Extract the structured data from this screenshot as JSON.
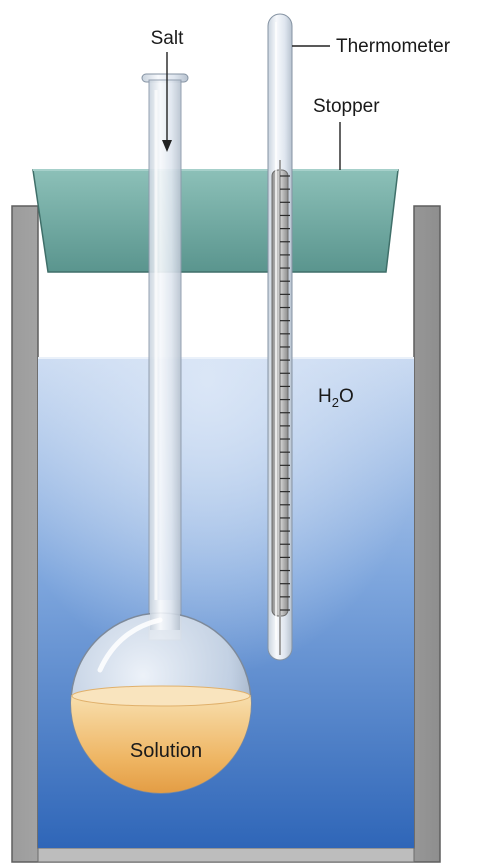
{
  "labels": {
    "salt": "Salt",
    "thermometer": "Thermometer",
    "stopper": "Stopper",
    "water_main": "H",
    "water_sub": "2",
    "water_tail": "O",
    "solution": "Solution"
  },
  "colors": {
    "container_wall": "#8a8a8a",
    "container_inner": "#c8c8c8",
    "water_light": "#c4d6ef",
    "water_dark": "#3f76c4",
    "stopper": "#6fa7a0",
    "solution_top": "#f6d7a2",
    "solution_bottom": "#e39a3e",
    "glass": "#e8eef6"
  },
  "thermometer": {
    "tick_count": 34
  }
}
